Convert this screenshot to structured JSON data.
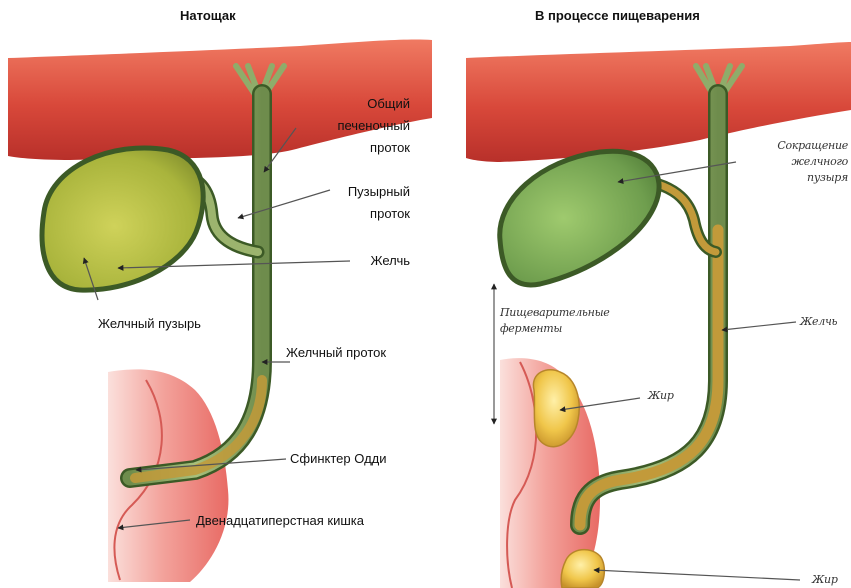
{
  "panels": [
    {
      "title": "Натощак",
      "labels": {
        "common_duct": [
          "Общий",
          "печеночный",
          "проток"
        ],
        "cystic_duct": [
          "Пузырный",
          "проток"
        ],
        "bile": "Желчь",
        "gallbladder": "Желчный пузырь",
        "bile_duct": "Желчный проток",
        "sphincter": "Сфинктер Одди",
        "duodenum": "Двенадцатиперстная кишка"
      }
    },
    {
      "title": "В процессе пищеварения",
      "labels": {
        "contraction": [
          "Сокращение",
          "желчного",
          "пузыря"
        ],
        "enzymes": [
          "Пищеварительные",
          "ферменты"
        ],
        "bile": "Желчь",
        "fat": "Жир",
        "fat2": "Жир"
      }
    }
  ],
  "colors": {
    "liver": "#d8483a",
    "gallbladder_fasting": "#a9b43c",
    "gallbladder_digesting": "#6f9e4e",
    "duct": "#8fac6a",
    "bile_flow": "#c29a3a",
    "duodenum": "#f08a84",
    "fat": "#f0c64a"
  },
  "icons": [
    "arrow-icon"
  ]
}
